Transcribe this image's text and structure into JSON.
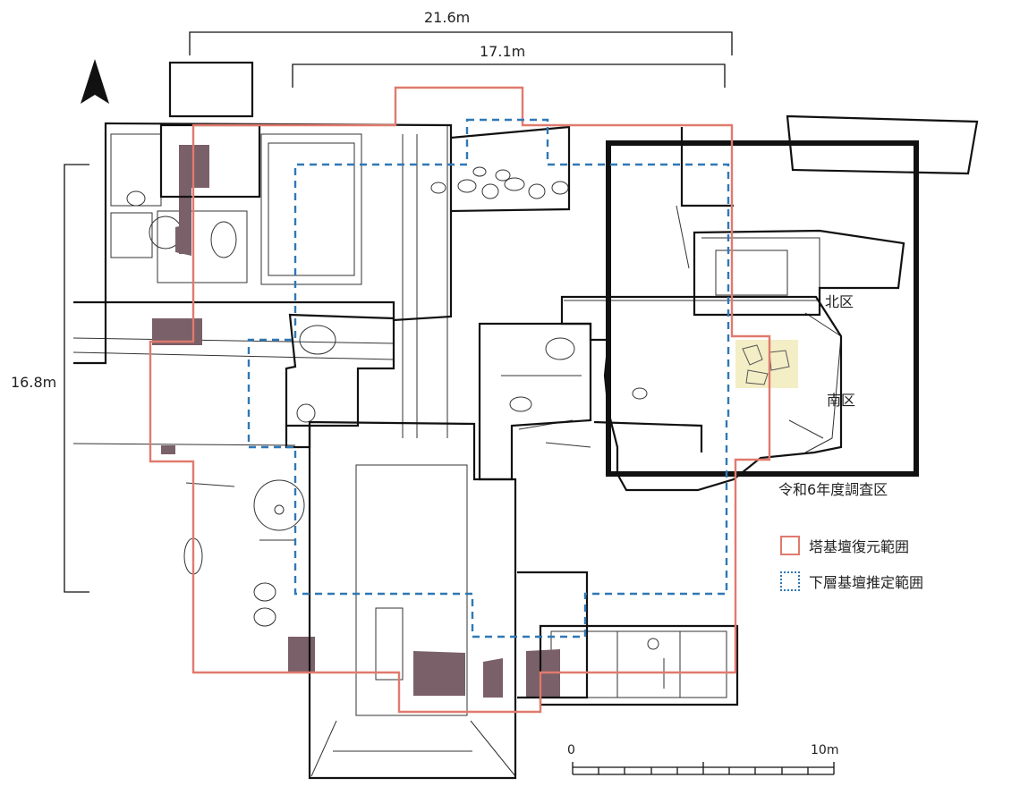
{
  "dimensions": {
    "width_overall": "21.6m",
    "width_inner": "17.1m",
    "height": "16.8m"
  },
  "areas": {
    "north": "北区",
    "south": "南区",
    "survey_2024": "令和6年度調査区"
  },
  "legend": {
    "items": [
      {
        "label": "塔基壇復元範囲",
        "style": "solid",
        "color": "#e07a6e"
      },
      {
        "label": "下層基壇推定範囲",
        "style": "dotted",
        "color": "#2f78b5"
      }
    ]
  },
  "scale_bar": {
    "start": "0",
    "end": "10m"
  },
  "north_arrow": {
    "icon": "north-arrow-icon"
  },
  "colors": {
    "reconstruction": "#e07a6e",
    "lower_estimate": "#2f78b5",
    "survey_outline": "#111111",
    "fill_dark": "#7a6068",
    "stone_fill": "#f3eec5"
  }
}
